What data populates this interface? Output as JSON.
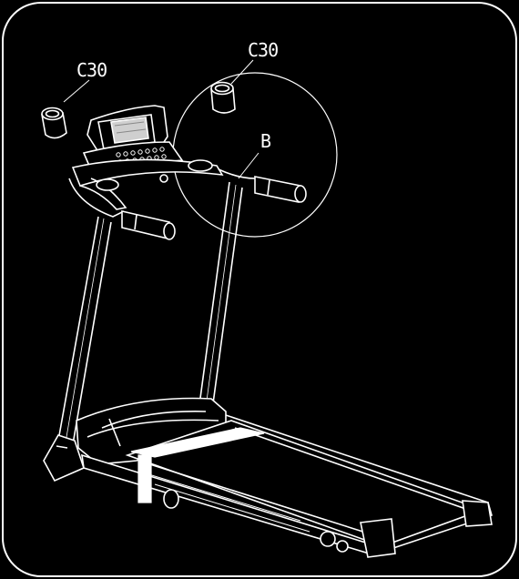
{
  "labels": {
    "part_left": "C30",
    "part_right": "C30",
    "detail_callout": "B"
  },
  "colors": {
    "background": "#000000",
    "line": "#ffffff",
    "screen": "#cfcfcf"
  }
}
